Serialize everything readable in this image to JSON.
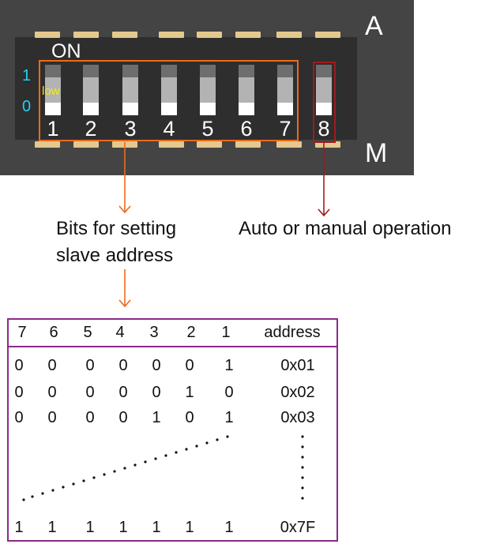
{
  "switch": {
    "label_a": "A",
    "label_m": "M",
    "label_on": "ON",
    "label_1": "1",
    "label_0": "0",
    "label_low": "low",
    "numbers": [
      "1",
      "2",
      "3",
      "4",
      "5",
      "6",
      "7",
      "8"
    ]
  },
  "captions": {
    "bits_line1": "Bits for setting",
    "bits_line2": "slave address",
    "auto": "Auto or manual operation"
  },
  "table": {
    "headers": [
      "7",
      "6",
      "5",
      "4",
      "3",
      "2",
      "1",
      "address"
    ],
    "rows": [
      [
        "0",
        "0",
        "0",
        "0",
        "0",
        "0",
        "1",
        "0x01"
      ],
      [
        "0",
        "0",
        "0",
        "0",
        "0",
        "1",
        "0",
        "0x02"
      ],
      [
        "0",
        "0",
        "0",
        "0",
        "1",
        "0",
        "1",
        "0x03"
      ],
      [
        "1",
        "1",
        "1",
        "1",
        "1",
        "1",
        "1",
        "0x7F"
      ]
    ]
  },
  "colors": {
    "orange": "#ee6a1b",
    "red": "#a01c1c",
    "purple": "#8a2a8a",
    "cyan": "#1fd3f0",
    "yellow": "#f2ea22"
  }
}
